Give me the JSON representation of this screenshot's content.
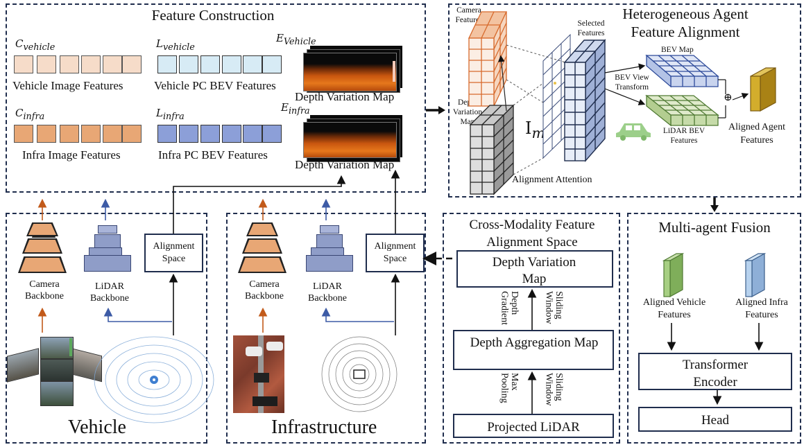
{
  "feature_construction": {
    "title": "Feature Construction",
    "c_vehicle": {
      "base": "C",
      "sub": "vehicle"
    },
    "l_vehicle": {
      "base": "L",
      "sub": "vehicle"
    },
    "e_vehicle": {
      "base": "E",
      "sub": "Vehicle"
    },
    "c_infra": {
      "base": "C",
      "sub": "infra"
    },
    "l_infra": {
      "base": "L",
      "sub": "infra"
    },
    "e_infra": {
      "base": "E",
      "sub": "infra"
    },
    "vehicle_image_label": "Vehicle Image Features",
    "vehicle_pc_label": "Vehicle PC BEV Features",
    "depth_map_label_1": "Depth Variation Map",
    "infra_image_label": "Infra Image Features",
    "infra_pc_label": "Infra PC BEV Features",
    "depth_map_label_2": "Depth Variation Map"
  },
  "alignment_panel": {
    "title_line1": "Heterogeneous Agent",
    "title_line2": "Feature Alignment",
    "camera_features": "Camera Features",
    "selected_features": "Selected Features",
    "bev_map": "BEV Map",
    "bev_view_transform": "BEV View Transform",
    "depth_variation_map": "Depth Variation Map",
    "i_map": {
      "base": "I",
      "sub": "map"
    },
    "lidar_bev_features": "LiDAR BEV Features",
    "aligned_agent_features": "Aligned Agent Features",
    "alignment_attention": "Alignment Attention",
    "plus_symbol": "⊕"
  },
  "vehicle_panel": {
    "title": "Vehicle",
    "camera_backbone": "Camera Backbone",
    "lidar_backbone": "LiDAR Backbone",
    "alignment_space": "Alignment Space"
  },
  "infra_panel": {
    "title": "Infrastructure",
    "camera_backbone": "Camera Backbone",
    "lidar_backbone": "LiDAR Backbone",
    "alignment_space": "Alignment Space"
  },
  "cross_modality": {
    "title_line1": "Cross-Modality Feature",
    "title_line2": "Alignment Space",
    "depth_variation_map": "Depth Variation Map",
    "depth_gradient": "Depth Gradient",
    "sliding_window_1": "Sliding Window",
    "depth_aggregation_map": "Depth Aggregation Map",
    "max_pooling": "Max Pooling",
    "sliding_window_2": "Sliding Window",
    "projected_lidar": "Projected LiDAR"
  },
  "fusion": {
    "title": "Multi-agent Fusion",
    "aligned_vehicle": "Aligned Vehicle Features",
    "aligned_infra": "Aligned Infra Features",
    "transformer_encoder": "Transformer Encoder",
    "head": "Head"
  },
  "colors": {
    "navy": "#1f2d4d",
    "camera_orange": "#e8a775",
    "vehicle_camera_light": "#f6dcc9",
    "vehicle_lidar_light": "#d7ebf5",
    "infra_lidar": "#8c9fd8",
    "backbone_blue": "#8f9dc8",
    "grid_orange": "#e0773a",
    "bev_blue": "#2d4a9a",
    "lidar_green": "#5f8a3e",
    "aligned_gold": "#c9a12a"
  }
}
